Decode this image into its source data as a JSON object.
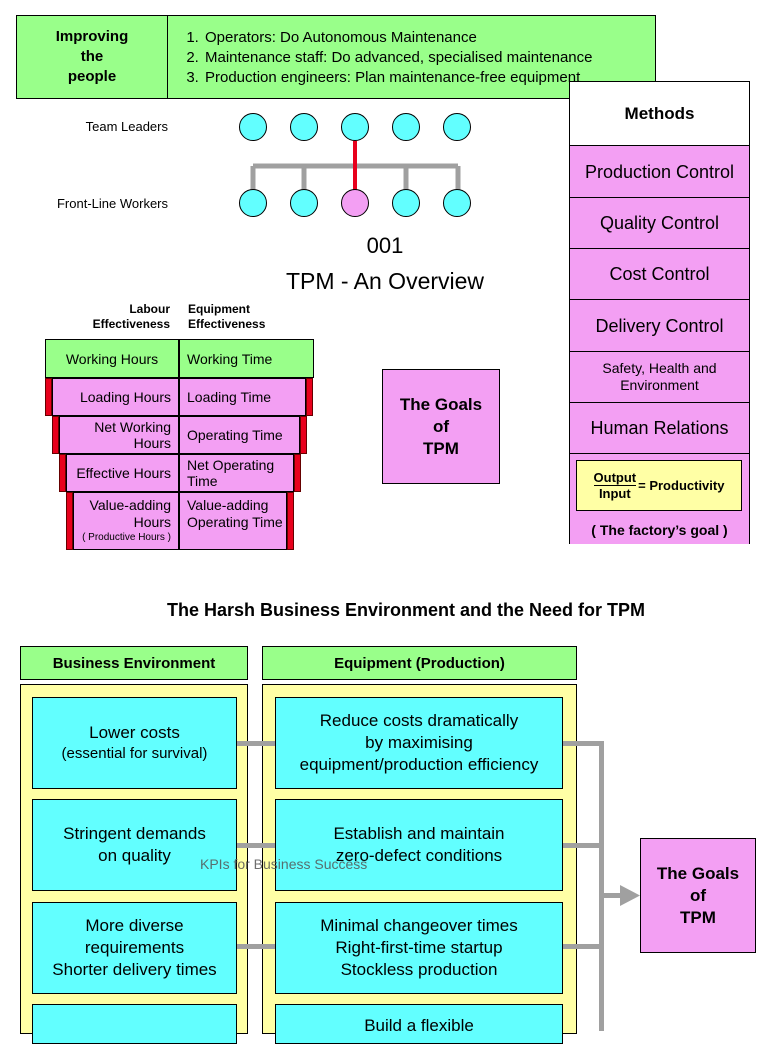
{
  "top": {
    "improving_label_lines": [
      "Improving",
      "the",
      "people"
    ],
    "items": [
      "Operators: Do Autonomous Maintenance",
      "Maintenance staff: Do advanced, specialised maintenance",
      "Production engineers: Plan maintenance-free equipment"
    ]
  },
  "org": {
    "team_leaders": "Team Leaders",
    "front_line": "Front-Line Workers"
  },
  "title": {
    "number": "001",
    "text": "TPM - An Overview"
  },
  "effectiveness": {
    "col1_header_lines": [
      "Labour",
      "Effectiveness"
    ],
    "col2_header_lines": [
      "Equipment",
      "Effectiveness"
    ],
    "rows": [
      {
        "left": "Working Hours",
        "right": "Working Time"
      },
      {
        "left": "Loading Hours",
        "right": "Loading Time"
      },
      {
        "left": "Net Working Hours",
        "right": "Operating Time"
      },
      {
        "left": "Effective Hours",
        "right": "Net Operating Time"
      },
      {
        "left": "Value-adding Hours",
        "left_sub": "( Productive Hours )",
        "right": "Value-adding Operating Time"
      }
    ]
  },
  "goals_box_lines": [
    "The Goals",
    "of",
    "TPM"
  ],
  "methods": {
    "header": "Methods",
    "items": [
      "Production Control",
      "Quality Control",
      "Cost Control",
      "Delivery Control",
      "Safety, Health and Environment",
      "Human Relations"
    ],
    "formula": {
      "numerator": "Output",
      "denominator": "Input",
      "result": "= Productivity"
    },
    "factory_goal": "( The factory’s goal )"
  },
  "section_title": "The Harsh Business Environment and the Need for TPM",
  "bottom": {
    "col1_header": "Business Environment",
    "col2_header": "Equipment (Production)",
    "env_items": [
      {
        "line1": "Lower costs",
        "line2": "(essential for survival)"
      },
      {
        "line1": "Stringent demands",
        "line2": "on quality"
      },
      {
        "line1": "More diverse requirements",
        "line2": "Shorter delivery times"
      }
    ],
    "equip_items": [
      {
        "lines": [
          "Reduce costs dramatically",
          "by maximising",
          "equipment/production efficiency"
        ]
      },
      {
        "lines": [
          "Establish and maintain",
          "zero-defect conditions"
        ]
      },
      {
        "lines": [
          "Minimal changeover times",
          "Right-first-time startup",
          "Stockless production"
        ]
      },
      {
        "lines": [
          "Build a flexible"
        ]
      }
    ],
    "watermark": "KPIs for Business Success",
    "goals_lines": [
      "The Goals",
      "of",
      "TPM"
    ]
  }
}
